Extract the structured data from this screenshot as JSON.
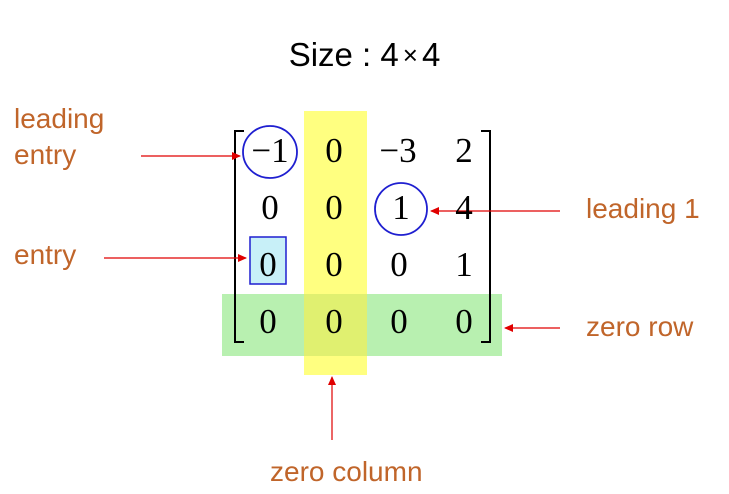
{
  "title": {
    "prefix": "Size : 4",
    "times": "×",
    "suffix": "4"
  },
  "labels": {
    "leading_entry_line1": "leading",
    "leading_entry_line2": "entry",
    "entry": "entry",
    "leading_one": "leading 1",
    "zero_row": "zero row",
    "zero_column": "zero column"
  },
  "matrix": {
    "rows": [
      [
        "−1",
        "0",
        "−3",
        "2"
      ],
      [
        "0",
        "0",
        "1",
        "4"
      ],
      [
        "0",
        "0",
        "0",
        "1"
      ],
      [
        "0",
        "0",
        "0",
        "0"
      ]
    ]
  },
  "colors": {
    "label_text": "#c0652a",
    "arrow": "#e00000",
    "circle": "#1f1fd0",
    "zero_column_highlight": "#ffff80",
    "zero_row_highlight": "#b8f0b0",
    "entry_box_fill": "#c8f0f8",
    "entry_box_border": "#1f1fd0"
  }
}
